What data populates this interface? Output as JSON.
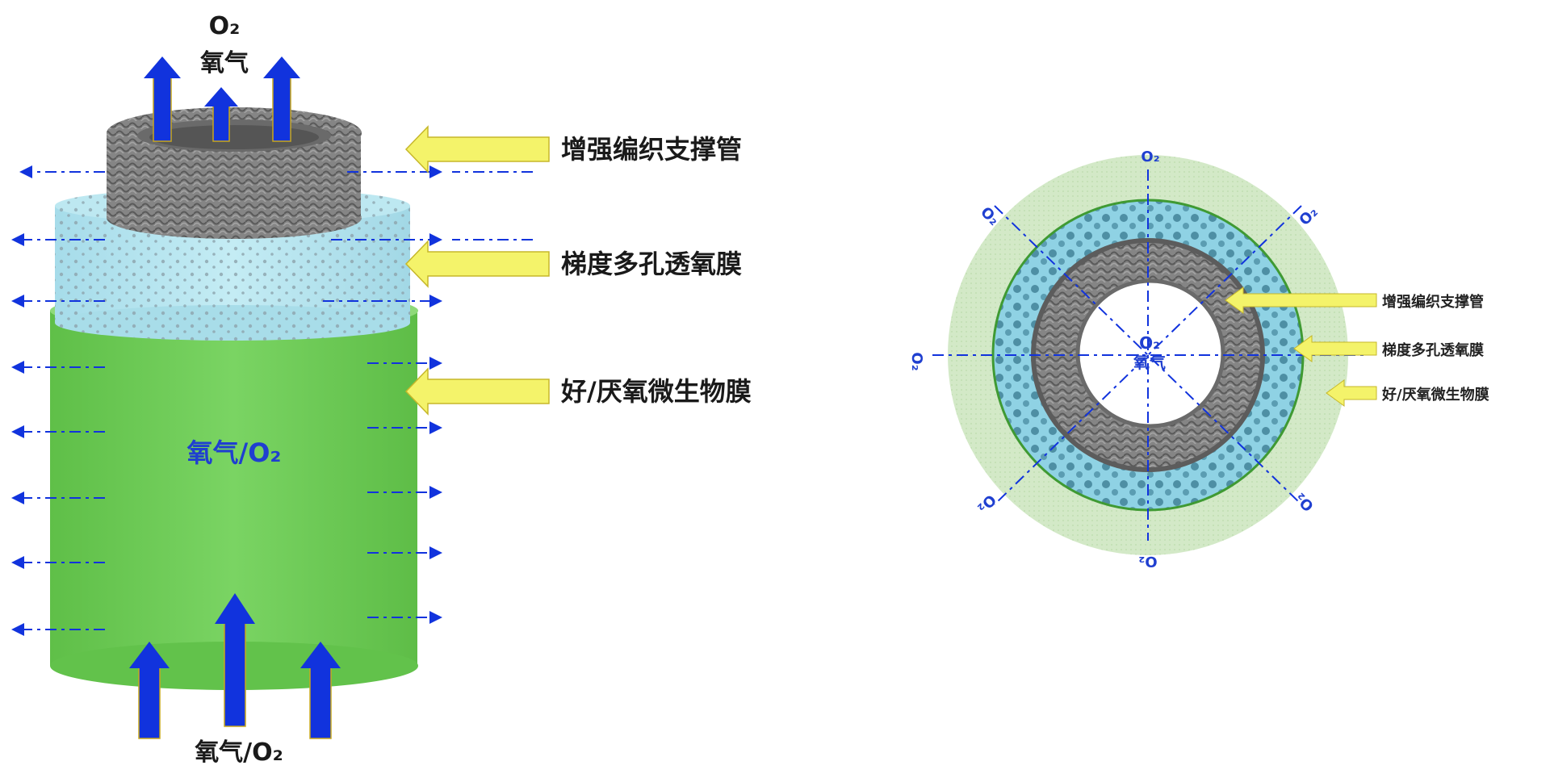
{
  "left_diagram": {
    "top_o2_formula": "O₂",
    "top_o2_name": "氧气",
    "inner_label": "氧气/O₂",
    "bottom_label": "氧气/O₂",
    "callouts": [
      "增强编织支撑管",
      "梯度多孔透氧膜",
      "好/厌氧微生物膜"
    ]
  },
  "right_diagram": {
    "center_formula": "O₂",
    "center_name": "氧气",
    "radial_labels": [
      "O₂",
      "O₂",
      "O₂",
      "O₂",
      "O₂",
      "O₂",
      "O₂",
      "O₂"
    ],
    "callouts": [
      "增强编织支撑管",
      "梯度多孔透氧膜",
      "好/厌氧微生物膜"
    ]
  },
  "colors": {
    "biofilm_green": "#6ccc55",
    "membrane_blue": "#aee3ee",
    "support_gray": "#7b7b7b",
    "arrow_blue": "#1133dd",
    "callout_yellow": "#f4f36a",
    "ring_light_green": "#cfe7c3"
  }
}
